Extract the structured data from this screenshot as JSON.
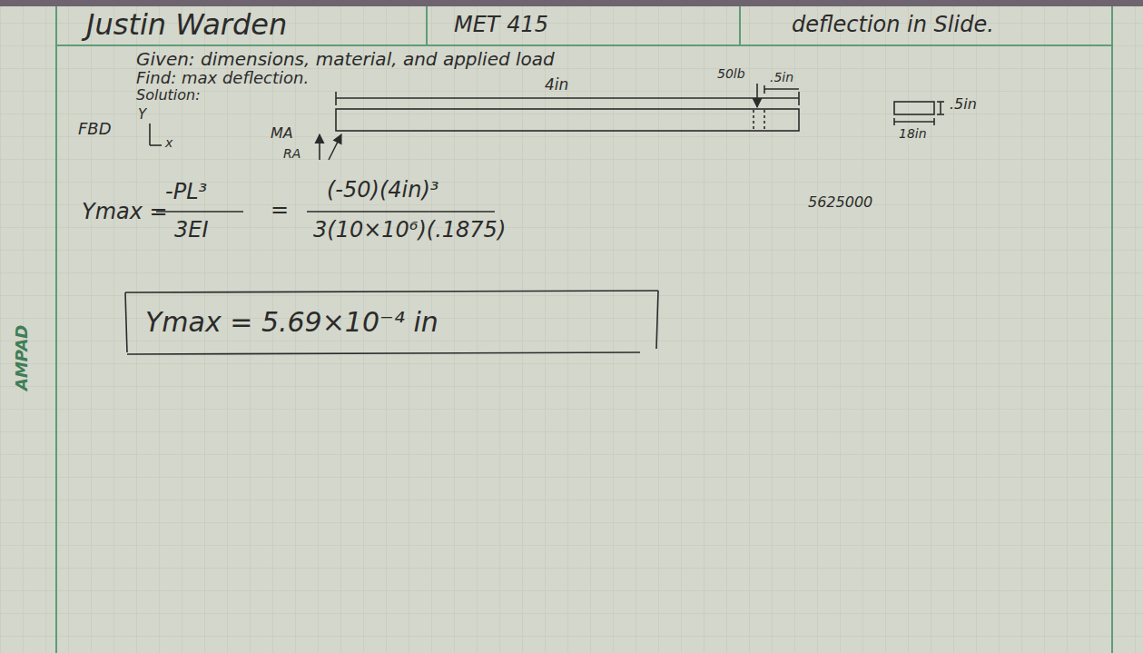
{
  "diagram": {
    "labels": [
      "Justin Warden",
      "MET 415",
      "deflection in Slide.",
      "Given: dimensions, material, and applied load",
      "Find: max deflection.",
      "Solution:",
      "FBD",
      "Y",
      "x",
      "MA",
      "RA",
      "4in",
      "50lb",
      ".5in",
      ".5in",
      "18in",
      "Ymax =",
      "-PL³",
      "3EI",
      "=",
      "(-50)(4in)³",
      "3(10×10⁶)(.1875)",
      "5625000",
      "Ymax = 5.69×10⁻⁴ in",
      "AMPAD"
    ]
  }
}
